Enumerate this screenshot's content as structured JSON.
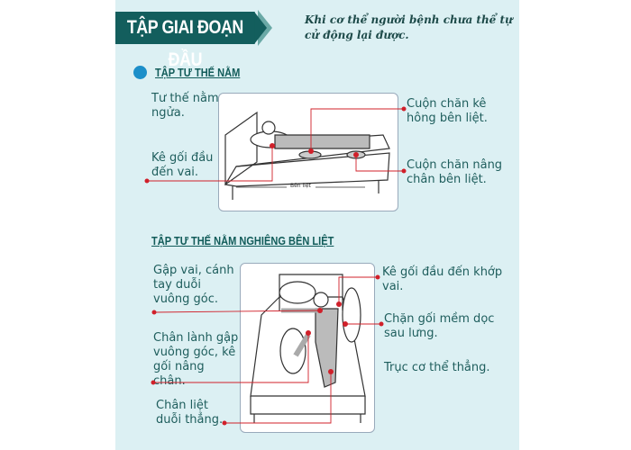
{
  "banner": {
    "title": "TẬP GIAI ĐOẠN ĐẦU",
    "subtitle": "Khi cơ thể người bệnh chưa thể tự cử động lại được."
  },
  "section1": {
    "heading": "TẬP TƯ THẾ NẰM",
    "labels": {
      "posture": "Tư thế nằm ngửa.",
      "pillow": "Kê gối đầu đến vai.",
      "hip_roll": "Cuộn chăn kê hông bên liệt.",
      "leg_roll": "Cuộn chăn nâng chân bên liệt."
    },
    "bed_caption": "Bên liệt"
  },
  "section2": {
    "heading": "TẬP TƯ THẾ NẰM NGHIÊNG BÊN LIỆT",
    "labels": {
      "shoulder": "Gập vai, cánh tay duỗi vuông góc.",
      "good_leg": "Chân lành gập vuông góc, kê gối nâng chân.",
      "paralyzed_leg": "Chân liệt duỗi thẳng.",
      "head_pillow": "Kê gối đầu đến khớp vai.",
      "back_pillow": "Chặn gối mềm dọc sau lưng.",
      "axis": "Trục cơ thể thẳng."
    }
  },
  "colors": {
    "banner": "#135e5d",
    "background": "#dcf0f3",
    "accent_line": "#d0202a",
    "bullet": "#1c8fc9",
    "text": "#1f5e5d"
  }
}
